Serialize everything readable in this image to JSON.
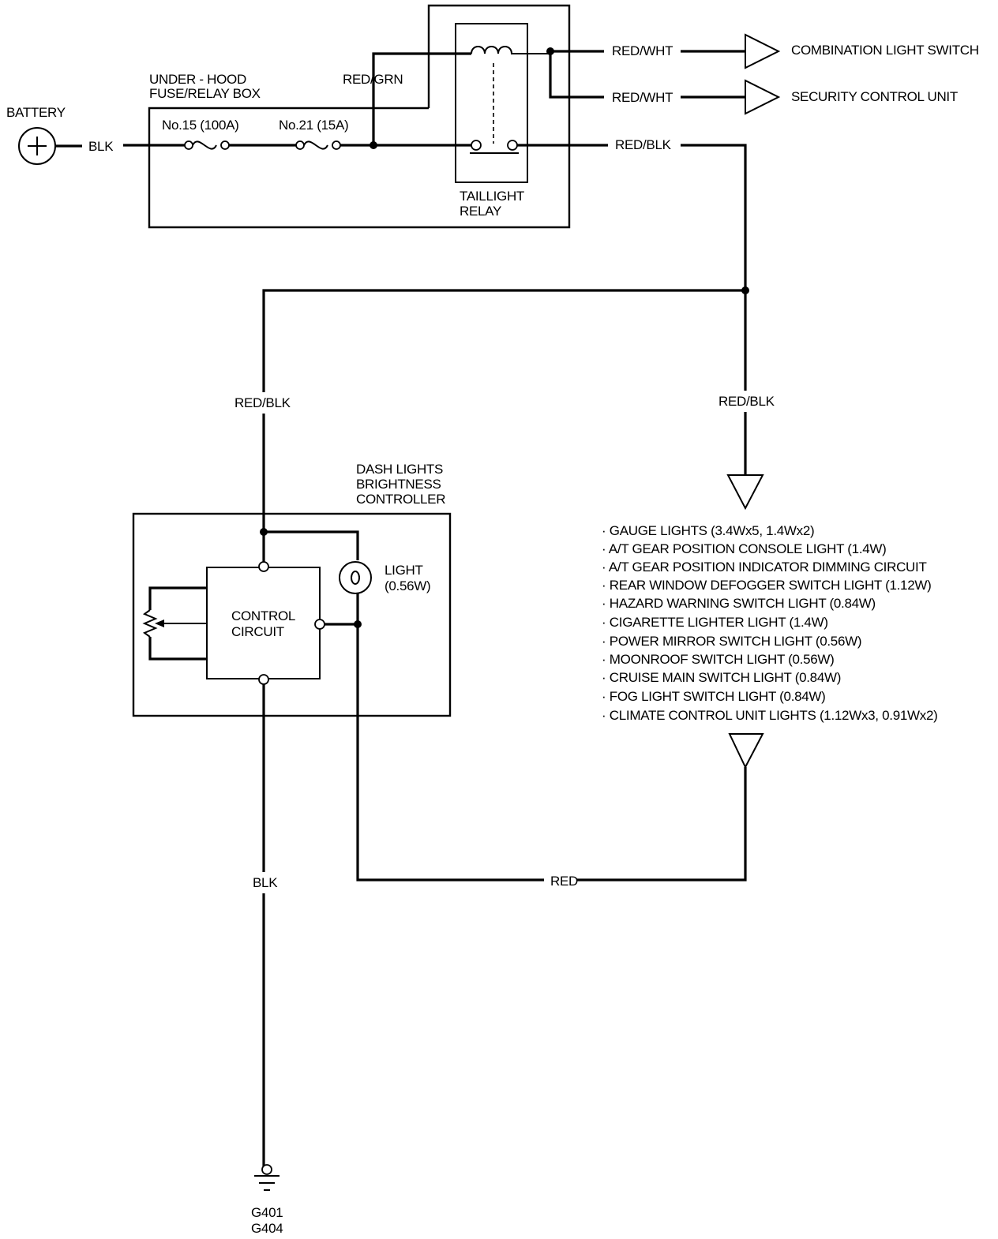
{
  "battery": {
    "label": "BATTERY",
    "wire": "BLK"
  },
  "fusebox": {
    "label_line1": "UNDER - HOOD",
    "label_line2": "FUSE/RELAY BOX",
    "fuse1": "No.15 (100A)",
    "fuse2": "No.21 (15A)"
  },
  "relay": {
    "label_line1": "TAILLIGHT",
    "label_line2": "RELAY"
  },
  "wires": {
    "red_grn": "RED/GRN",
    "red_wht_1": "RED/WHT",
    "red_wht_2": "RED/WHT",
    "red_blk_top": "RED/BLK",
    "red_blk_left": "RED/BLK",
    "red_blk_right": "RED/BLK",
    "blk_ground": "BLK",
    "red_bottom": "RED"
  },
  "destinations": {
    "combination": "COMBINATION LIGHT SWITCH",
    "security": "SECURITY CONTROL UNIT"
  },
  "controller": {
    "label_line1": "DASH LIGHTS",
    "label_line2": "BRIGHTNESS",
    "label_line3": "CONTROLLER",
    "circuit_line1": "CONTROL",
    "circuit_line2": "CIRCUIT",
    "light_line1": "LIGHT",
    "light_line2": "(0.56W)"
  },
  "loads": [
    "GAUGE LIGHTS (3.4Wx5, 1.4Wx2)",
    "A/T GEAR POSITION CONSOLE LIGHT (1.4W)",
    "A/T GEAR POSITION INDICATOR DIMMING CIRCUIT",
    "REAR WINDOW DEFOGGER SWITCH LIGHT (1.12W)",
    "HAZARD WARNING SWITCH LIGHT (0.84W)",
    "CIGARETTE LIGHTER LIGHT (1.4W)",
    "POWER MIRROR SWITCH LIGHT (0.56W)",
    "MOONROOF SWITCH LIGHT (0.56W)",
    "CRUISE MAIN SWITCH LIGHT (0.84W)",
    "FOG LIGHT SWITCH LIGHT (0.84W)",
    "CLIMATE CONTROL UNIT LIGHTS (1.12Wx3, 0.91Wx2)"
  ],
  "ground": {
    "line1": "G401",
    "line2": "G404"
  }
}
